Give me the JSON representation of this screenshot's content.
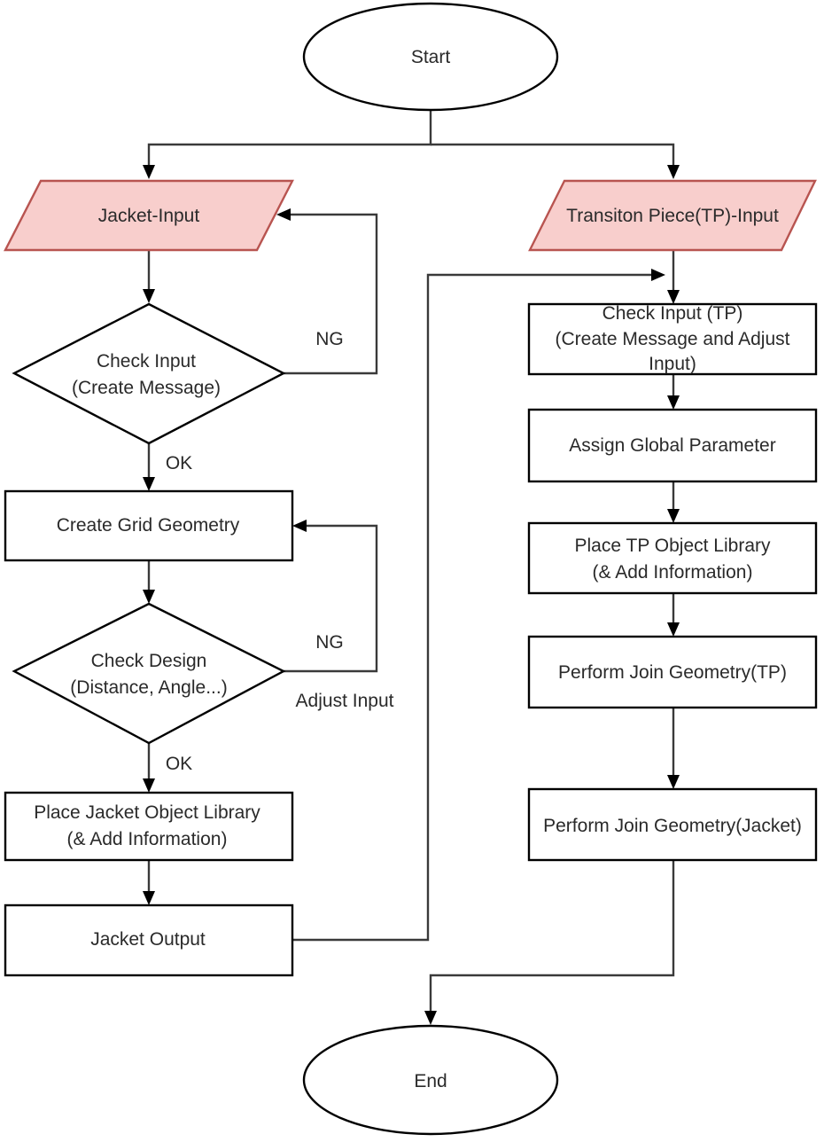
{
  "nodes": {
    "start": "Start",
    "jacket_input": "Jacket-Input",
    "check_input_l1": "Check Input",
    "check_input_l2": "(Create Message)",
    "create_grid": "Create Grid Geometry",
    "check_design_l1": "Check Design",
    "check_design_l2": "(Distance, Angle...)",
    "place_jacket_l1": "Place Jacket Object Library",
    "place_jacket_l2": "(& Add Information)",
    "jacket_output": "Jacket Output",
    "tp_input": "Transiton Piece(TP)-Input",
    "check_tp_l1": "Check Input (TP)",
    "check_tp_l2": "(Create Message and Adjust",
    "check_tp_l3": "Input)",
    "assign_global": "Assign Global Parameter",
    "place_tp_l1": "Place TP Object Library",
    "place_tp_l2": "(& Add Information)",
    "join_tp": "Perform Join Geometry(TP)",
    "join_jacket": "Perform Join Geometry(Jacket)",
    "end": "End"
  },
  "edge_labels": {
    "ng_input": "NG",
    "ok_input": "OK",
    "ng_design": "NG",
    "adjust_input": "Adjust Input",
    "ok_design": "OK"
  },
  "colors": {
    "io_fill": "#f8cecc",
    "io_stroke": "#b85450",
    "stroke": "#000000"
  }
}
